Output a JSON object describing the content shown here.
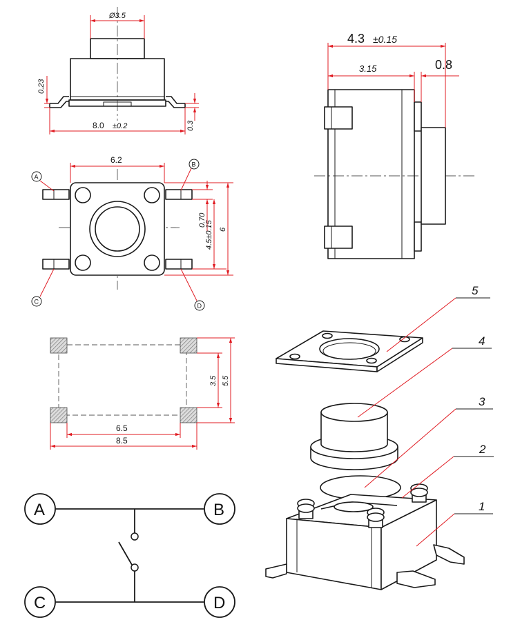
{
  "top_view_dims": {
    "button_dia": "Ø3.5",
    "lead_thickness": "0.23",
    "body_length": "8.0",
    "body_length_tol": "±0.2",
    "lead_offset": "0.3"
  },
  "side_view_dims": {
    "total_height": "4.3",
    "total_height_tol": "±0.15",
    "body_height": "3.15",
    "stem": "0.8"
  },
  "plan_view_dims": {
    "body_width": "6.2",
    "pin_pitch_small": "0.70",
    "pin_pitch": "4.5±0.15",
    "body_depth": "6",
    "pin_labels": [
      "A",
      "B",
      "C",
      "D"
    ]
  },
  "footprint_dims": {
    "pad_pitch_x": "6.5",
    "pad_span_x": "8.5",
    "pad_pitch_y": "3.5",
    "pad_span_y": "5.5"
  },
  "callouts": [
    "5",
    "4",
    "3",
    "2",
    "1"
  ],
  "schematic": {
    "terminals": [
      "A",
      "B",
      "C",
      "D"
    ]
  },
  "colors": {
    "dimension": "#e01b22",
    "outline": "#1a1a1a",
    "pad_hatch": "#888888"
  }
}
